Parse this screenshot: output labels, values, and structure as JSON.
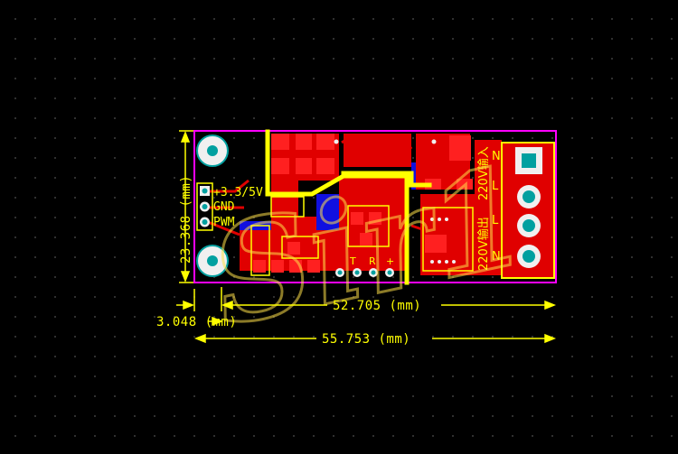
{
  "board": {
    "pin_labels": [
      "+3.3/5V",
      "GND",
      "PWM"
    ],
    "input_label": "220V输入",
    "output_label": "220V输出",
    "terminal_letters_top": [
      "N",
      "L"
    ],
    "terminal_letters_bottom": [
      "L",
      "N"
    ],
    "header_marks": [
      "T",
      "R",
      "+"
    ]
  },
  "dimensions": {
    "height": "23.368 (mm)",
    "inner_width": "52.705 (mm)",
    "offset": "3.048 (mm)",
    "total_width": "55.753 (mm)"
  },
  "watermark": "Sir1",
  "colors": {
    "background": "#000000",
    "outline": "#ff00ff",
    "silkscreen": "#ffff00",
    "top_copper": "#ff0000",
    "bottom_copper": "#0000ff",
    "pad": "#00a0a0"
  }
}
